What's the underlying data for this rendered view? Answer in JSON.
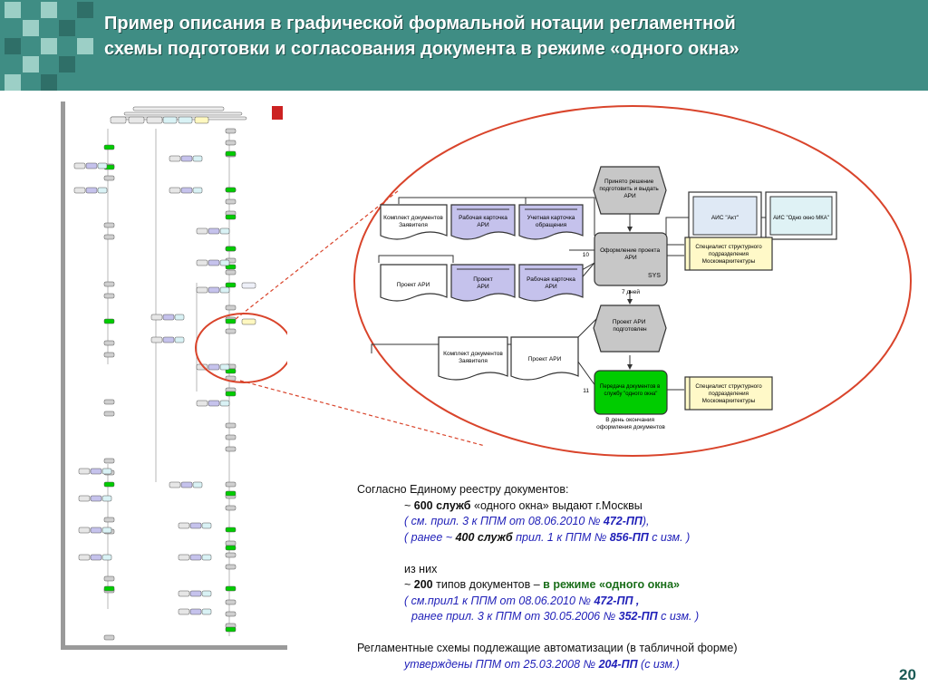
{
  "slide": {
    "title_line1": "Пример описания в графической формальной нотации регламентной",
    "title_line2": "схемы подготовки и согласования  документа в режиме «одного окна»",
    "page_number": "20"
  },
  "colors": {
    "header_bg": "#3f8d84",
    "checker_light": "#9ccfc6",
    "checker_dark": "#2f6f68",
    "ellipse_stroke": "#d9442b",
    "green_box": "#00cc00",
    "gray_box": "#c7c7c7",
    "violet_doc": "#c5c2ec",
    "yellow_note": "#fff9c8"
  },
  "diagram": {
    "event_decision": "Принято решение подготовить и выдать АРИ",
    "func_prepare": "Оформление проекта АРИ",
    "func_prepare_num": "10",
    "func_prepare_duration": "7 дней",
    "func_prepare_tag": "SYS",
    "event_ready": "Проект АРИ подготовлен",
    "func_transfer": "Передача документов в службу \"одного окна\"",
    "func_transfer_num": "11",
    "func_transfer_duration": "В день окончания оформления документов",
    "doc_applicant_set": "Комплект документов Заявителя",
    "doc_work_card": "Рабочая карточка АРИ",
    "doc_account_card": "Учетная карточка обращения",
    "doc_project_ari": "Проект АРИ",
    "doc_project_ari_2": "Проект АРИ",
    "doc_work_card_2": "Рабочая карточка АРИ",
    "doc_applicant_set_2": "Комплект документов Заявителя",
    "doc_project_ari_3": "Проект АРИ",
    "system_akt": "АИС \"Акт\"",
    "system_one_window": "АИС \"Одно окно МКА\"",
    "role_specialist": "Специалист структурного подразделения Москомархитектуры",
    "role_specialist_2": "Специалист структурного подразделения Москомархитектуры"
  },
  "text": {
    "l1": "Согласно Единому реестру документов:",
    "l2_pre": "~ ",
    "l2_bold": "600 служб",
    "l2_post": " «одного окна» выдают г.Москвы",
    "l3_a": "( см. прил. 3 к ППМ от 08.06.2010 № ",
    "l3_b": "472-ПП",
    "l3_c": "),",
    "l4_a": "( ранее ~ ",
    "l4_b": "400 служб",
    "l4_c": " прил. 1 к ППМ № ",
    "l4_d": "856-ПП",
    "l4_e": " с изм. )",
    "l5": "из них",
    "l6_pre": "~ ",
    "l6_bold": "200",
    "l6_mid": " типов документов – ",
    "l6_green": "в режиме «одного окна»",
    "l7_a": "( см.прил1 к ППМ от 08.06.2010 № ",
    "l7_b": "472-ПП ,",
    "l8_a": "ранее прил. 3 к ППМ от 30.05.2006 № ",
    "l8_b": "352-ПП",
    "l8_c": " с изм. )",
    "l9": "Регламентные схемы подлежащие автоматизации (в табличной форме)",
    "l10_a": "утверждены ППМ от 25.03.2008 № ",
    "l10_b": "204-ПП",
    "l10_c": " (с изм.)"
  }
}
